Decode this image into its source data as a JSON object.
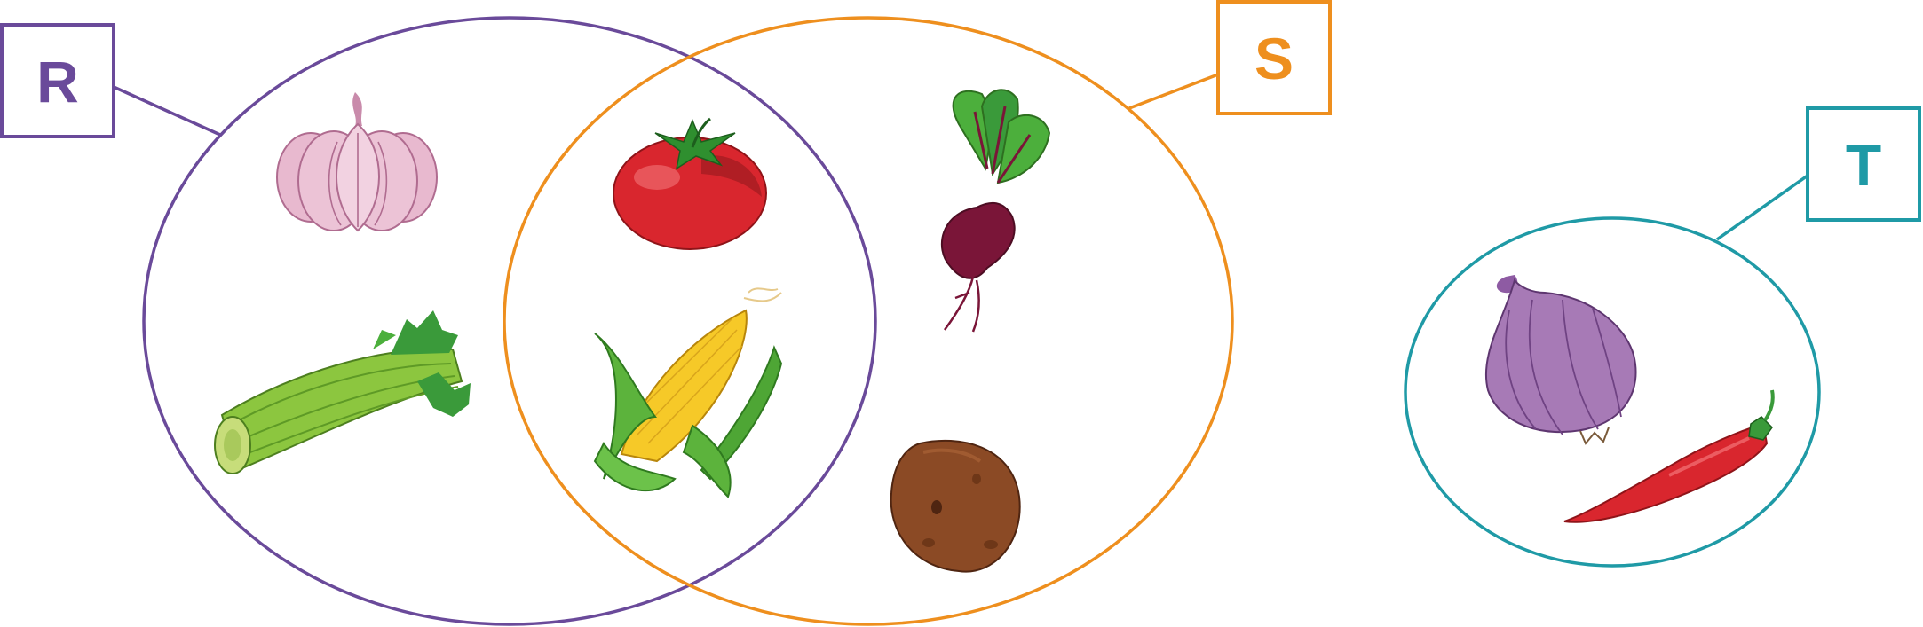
{
  "sets": [
    {
      "id": "R",
      "label": "R",
      "color": "#6a4a9a",
      "members": [
        "garlic",
        "celery",
        "tomato",
        "corn"
      ]
    },
    {
      "id": "S",
      "label": "S",
      "color": "#ee8f1e",
      "members": [
        "tomato",
        "corn",
        "beetroot",
        "potato"
      ]
    },
    {
      "id": "T",
      "label": "T",
      "color": "#1f9aa6",
      "members": [
        "onion",
        "chili-pepper"
      ]
    }
  ],
  "items": [
    "garlic",
    "celery",
    "tomato",
    "corn",
    "beetroot",
    "potato",
    "onion",
    "chili-pepper"
  ],
  "colors": {
    "garlic": "#e8b9cf",
    "celery": "#8cc63f",
    "tomato": "#d9262e",
    "corn": "#f6c928",
    "beetroot": "#7a1538",
    "potato": "#8b4a25",
    "onion": "#a77ab6",
    "chili": "#d9262e",
    "leaf": "#3a9a3a"
  }
}
